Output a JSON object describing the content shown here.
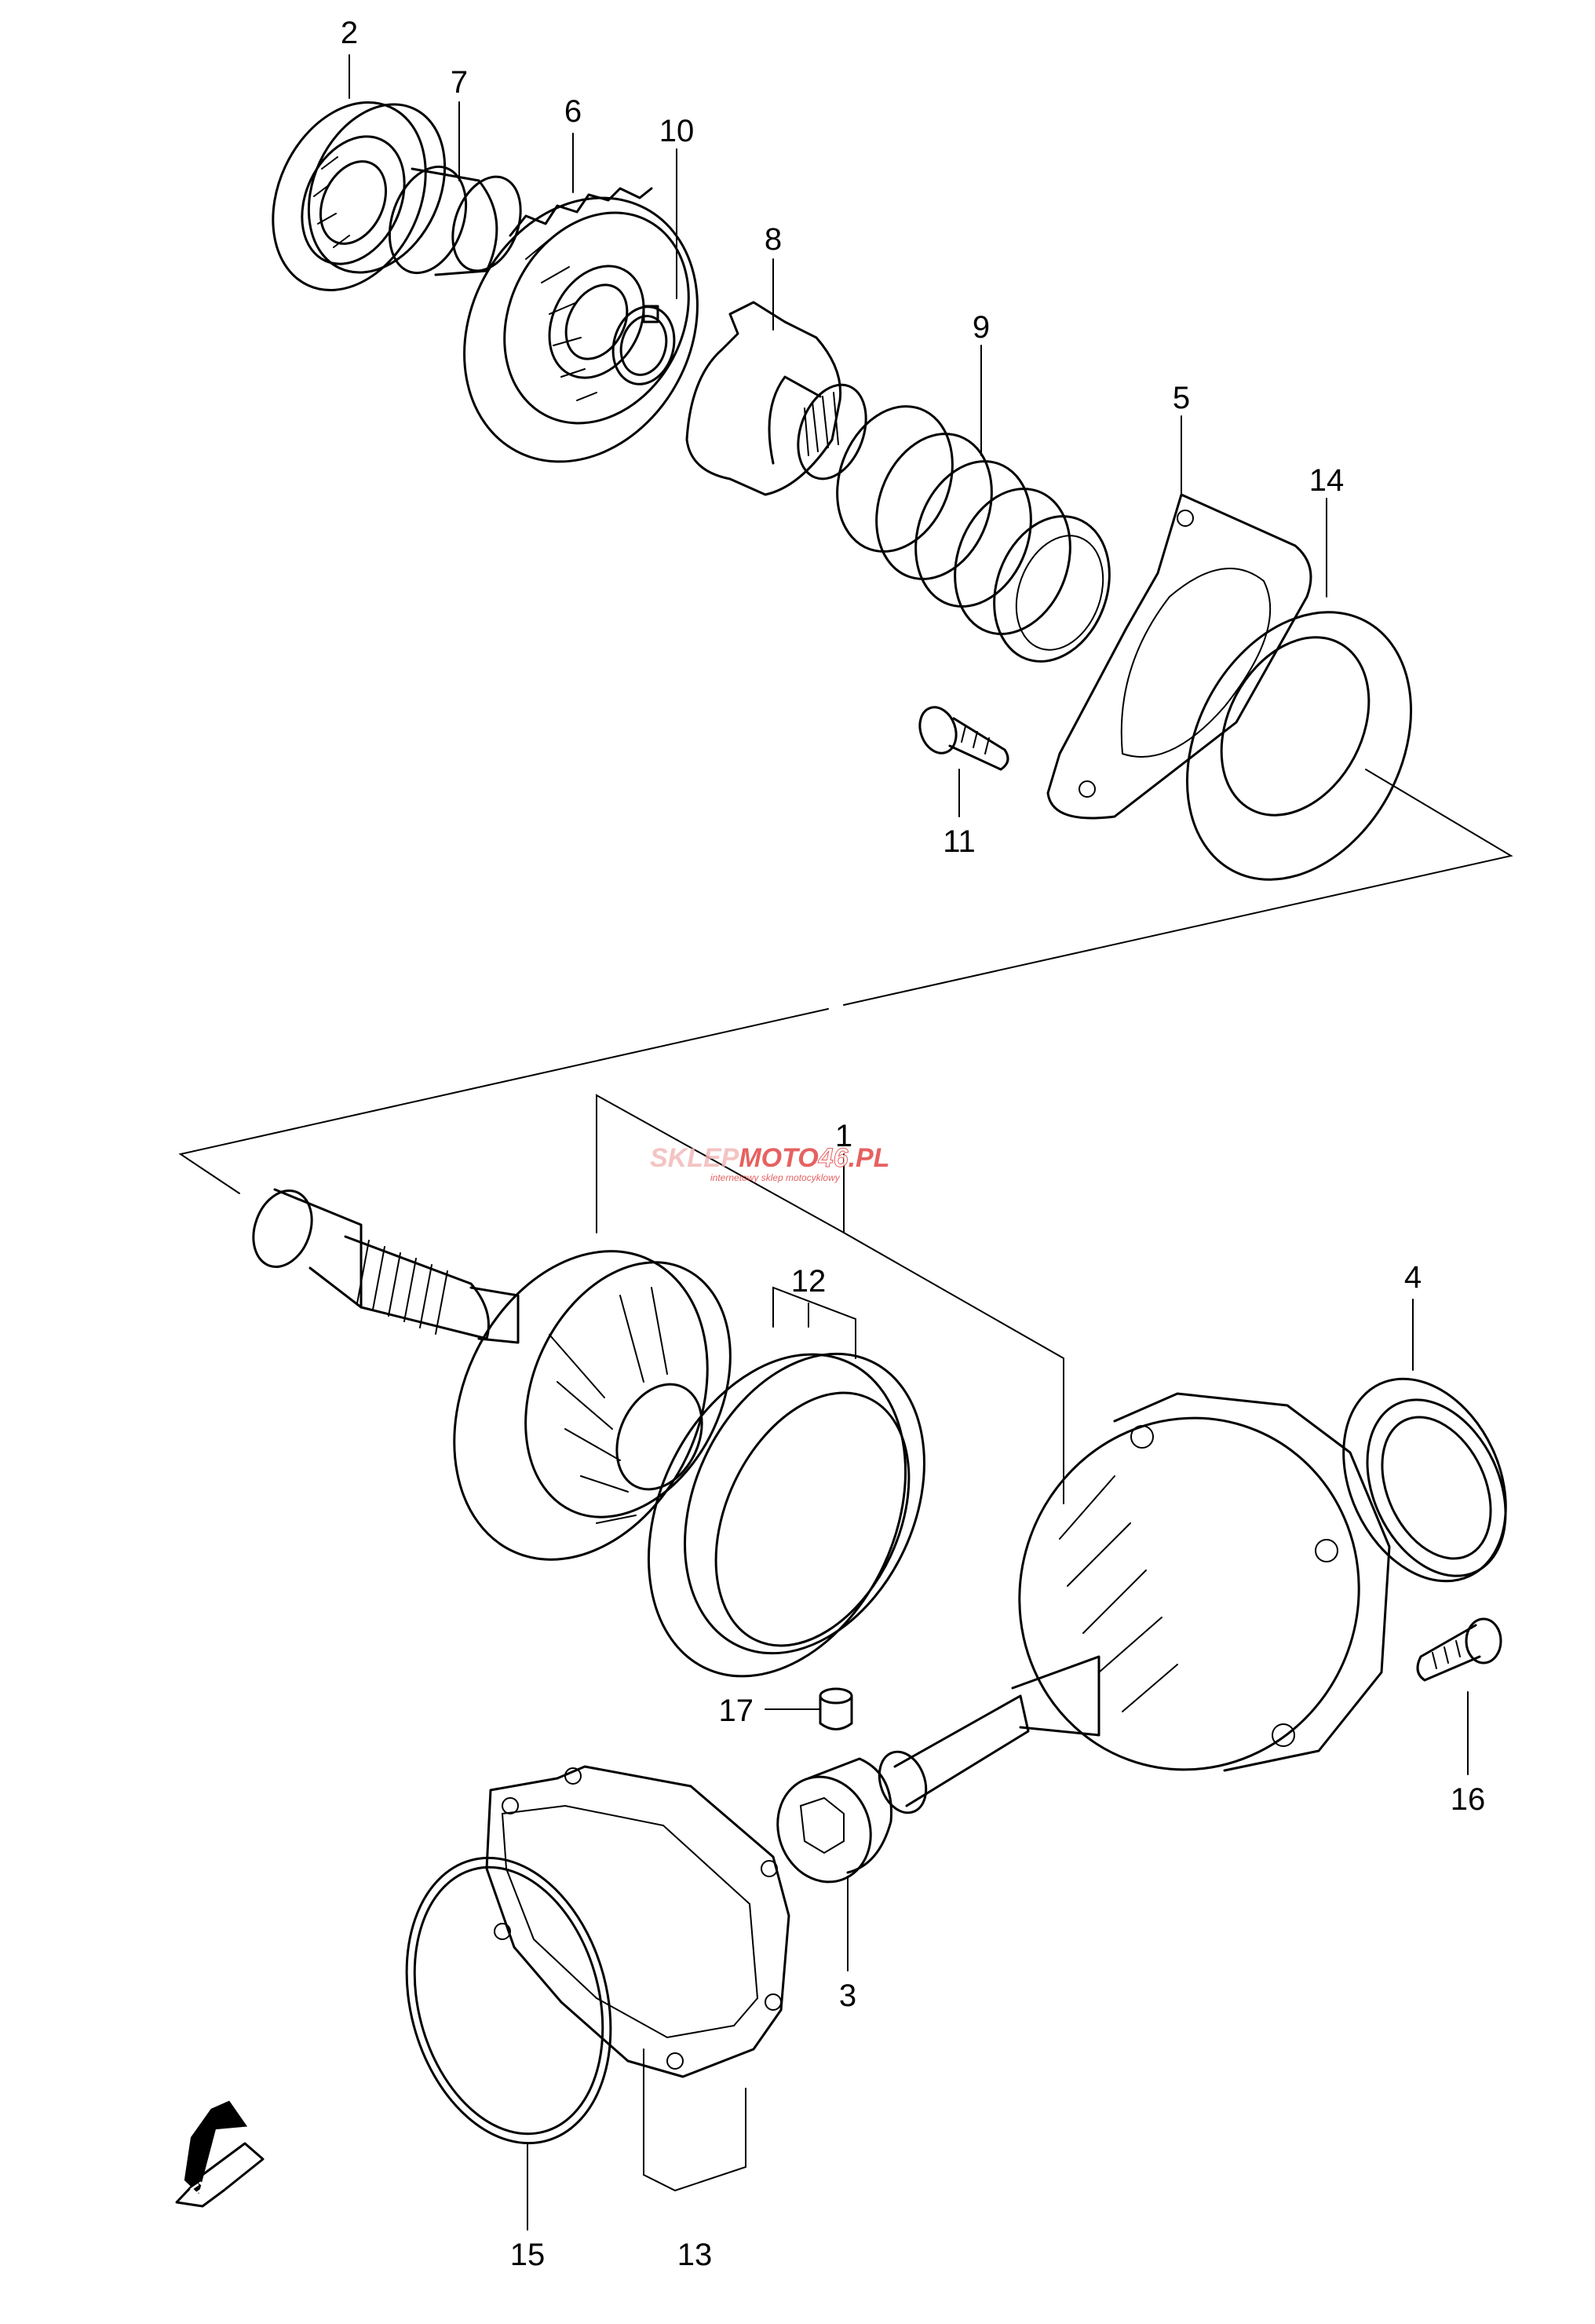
{
  "callouts": {
    "c1": "1",
    "c2": "2",
    "c3": "3",
    "c4": "4",
    "c5": "5",
    "c6": "6",
    "c7": "7",
    "c8": "8",
    "c9": "9",
    "c10": "10",
    "c11": "11",
    "c12": "12",
    "c13": "13",
    "c14": "14",
    "c15": "15",
    "c16": "16",
    "c17": "17"
  },
  "watermark": {
    "brand_a": "SKLEP",
    "brand_b": "MOTO",
    "brand_c": "46",
    "brand_d": ".PL",
    "tagline": "internetowy sklep motocyklowy"
  },
  "fwd_label": "FWD",
  "colors": {
    "line": "#000000",
    "background": "#ffffff",
    "watermark": "#e03a3a",
    "watermark_light": "#f2b5b5"
  }
}
